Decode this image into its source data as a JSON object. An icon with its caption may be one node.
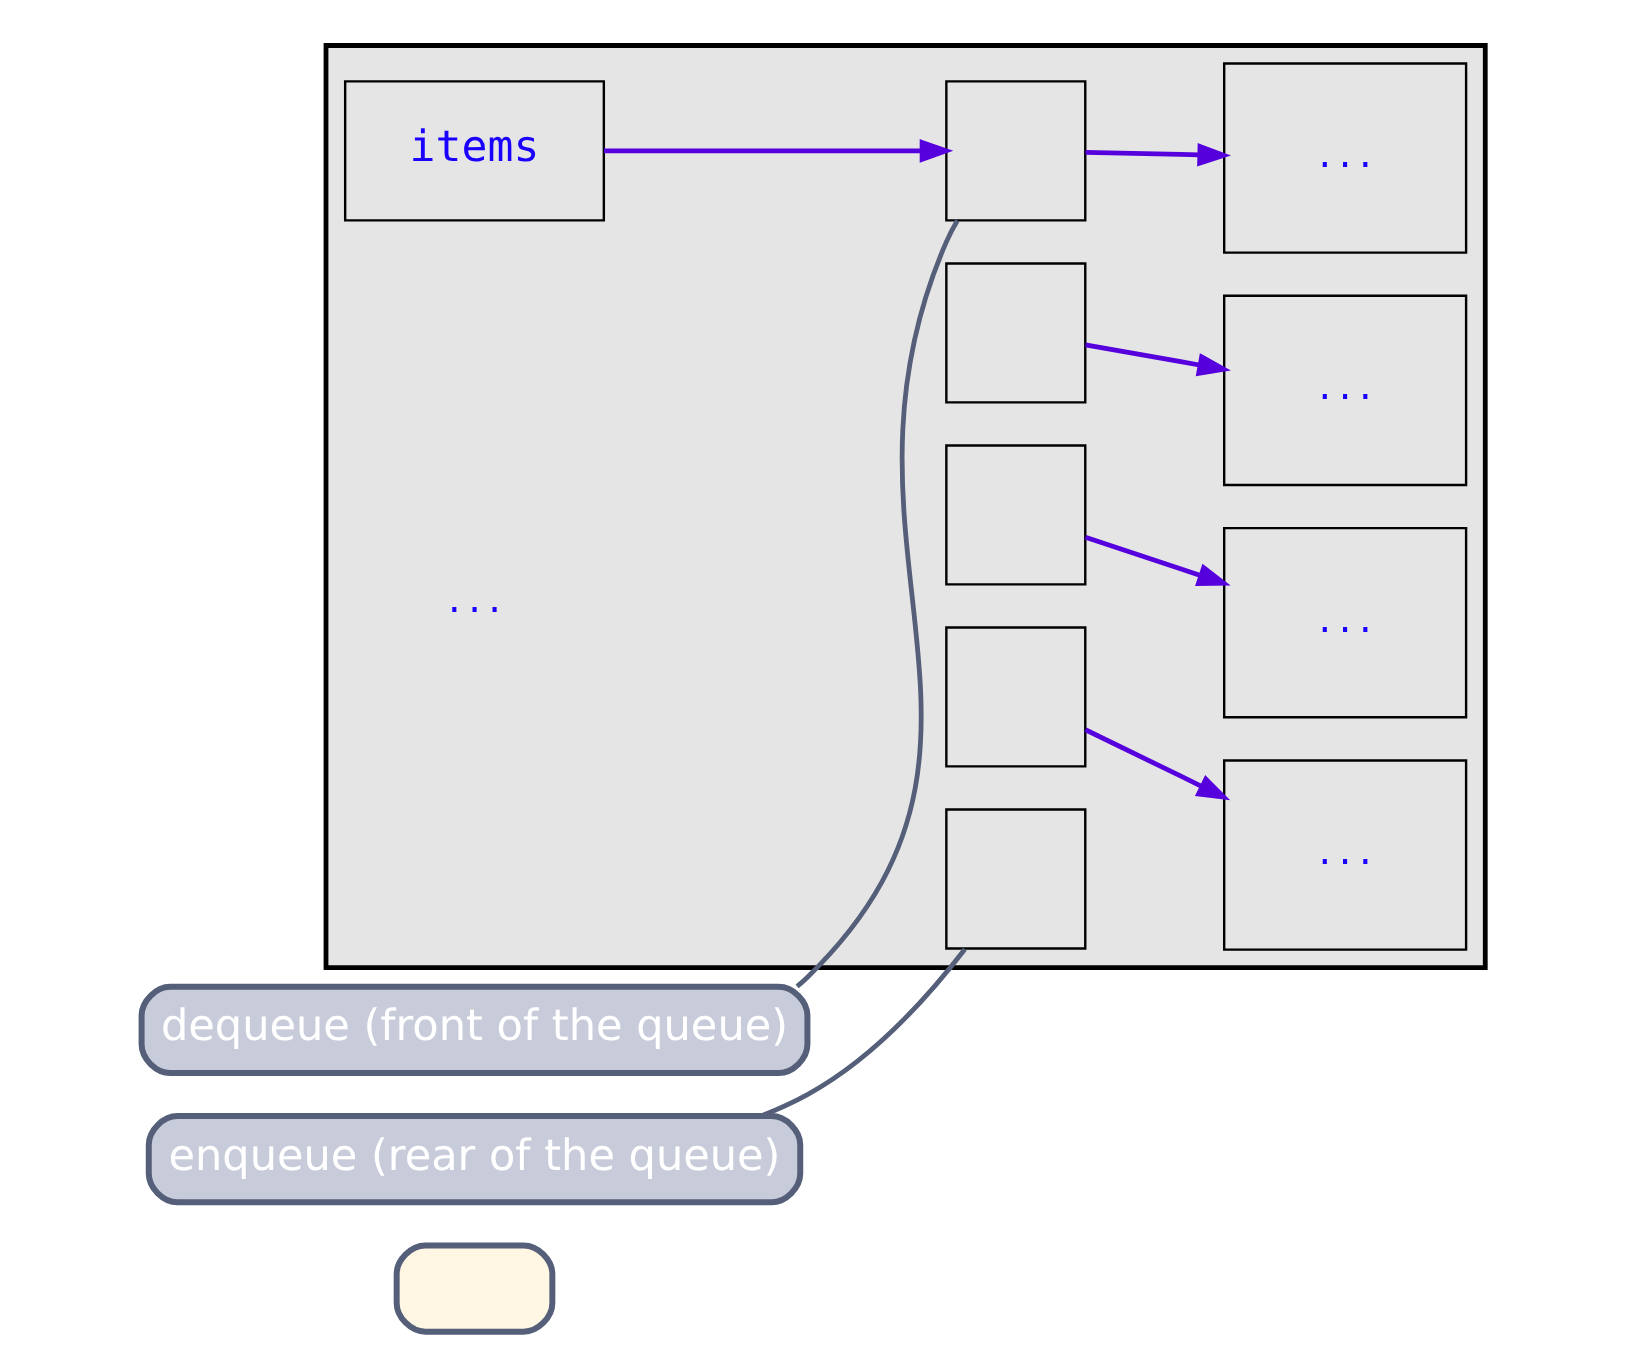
{
  "diagram": {
    "nodes": [
      {
        "text": [],
        "shape": "box"
      },
      {
        "text": [],
        "shape": "box"
      },
      {
        "text": [
          "items"
        ],
        "in": 1
      },
      {
        "text": [],
        "shape": "box",
        "in": 1
      },
      {
        "text": [],
        "shape": "box",
        "in": 1
      },
      {
        "text": [],
        "shape": "box",
        "in": 1
      },
      {
        "text": [],
        "shape": "box",
        "in": 1
      },
      {
        "text": [],
        "shape": "box",
        "in": 1
      },
      {
        "text": [
          "..."
        ],
        "in": 1
      },
      {
        "text": [
          "..."
        ],
        "in": 1
      },
      {
        "text": [
          "..."
        ],
        "in": 1
      },
      {
        "text": [
          "..."
        ],
        "in": 1
      },
      {
        "text": [
          "dequeue (front of the queue)"
        ]
      },
      {
        "text": [
          "enqueue (rear of the queue)"
        ]
      }
    ],
    "edges": [
      {
        "from": 2,
        "to": 3,
        "arrow": "to"
      },
      {
        "from": 3,
        "to": 8,
        "arrow": "to"
      },
      {
        "from": 4,
        "to": 9,
        "arrow": "to"
      },
      {
        "from": 5,
        "to": 10,
        "arrow": "to"
      },
      {
        "from": 6,
        "to": 11,
        "arrow": "to"
      },
      {
        "from": 12,
        "to": 3,
        "arrow": "none",
        "color": "#555f7a"
      },
      {
        "from": 13,
        "to": 7,
        "arrow": "none",
        "color": "#555f7a"
      }
    ],
    "labels": [
      "..."
    ]
  }
}
